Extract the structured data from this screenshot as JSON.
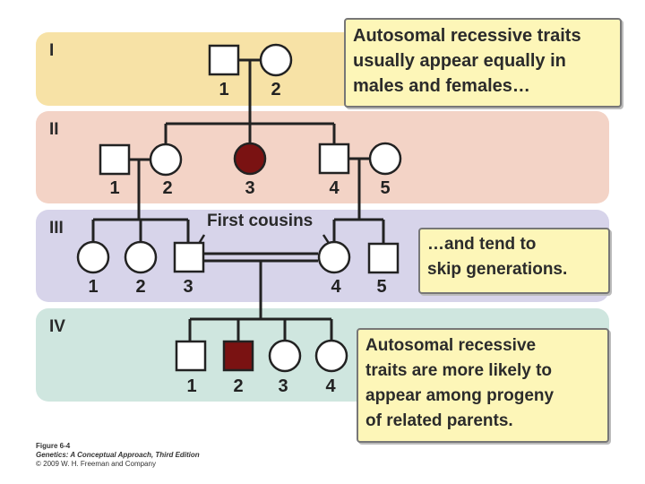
{
  "generations": [
    {
      "label": "I"
    },
    {
      "label": "II"
    },
    {
      "label": "III"
    },
    {
      "label": "IV"
    }
  ],
  "colors": {
    "affected": "#7a1212",
    "gen_1_band": "#f7e2a6",
    "gen_2_band": "#f3d3c6",
    "gen_3_band": "#d7d4ea",
    "gen_4_band": "#cfe6df",
    "note_fill": "#fdf6b8"
  },
  "individuals": {
    "I-1": {
      "number": "1",
      "sex": "male",
      "affected": false
    },
    "I-2": {
      "number": "2",
      "sex": "female",
      "affected": false
    },
    "II-1": {
      "number": "1",
      "sex": "male",
      "affected": false
    },
    "II-2": {
      "number": "2",
      "sex": "female",
      "affected": false
    },
    "II-3": {
      "number": "3",
      "sex": "female",
      "affected": true
    },
    "II-4": {
      "number": "4",
      "sex": "male",
      "affected": false
    },
    "II-5": {
      "number": "5",
      "sex": "female",
      "affected": false
    },
    "III-1": {
      "number": "1",
      "sex": "female",
      "affected": false
    },
    "III-2": {
      "number": "2",
      "sex": "female",
      "affected": false
    },
    "III-3": {
      "number": "3",
      "sex": "male",
      "affected": false
    },
    "III-4": {
      "number": "4",
      "sex": "female",
      "affected": false
    },
    "III-5": {
      "number": "5",
      "sex": "male",
      "affected": false
    },
    "IV-1": {
      "number": "1",
      "sex": "male",
      "affected": false
    },
    "IV-2": {
      "number": "2",
      "sex": "male",
      "affected": true
    },
    "IV-3": {
      "number": "3",
      "sex": "female",
      "affected": false
    },
    "IV-4": {
      "number": "4",
      "sex": "female",
      "affected": false
    }
  },
  "annotations": {
    "first_cousins": "First cousins",
    "note_1": [
      "Autosomal recessive traits",
      "usually appear equally in",
      "males and females…"
    ],
    "note_2": [
      "…and tend to",
      "skip generations."
    ],
    "note_3": [
      "Autosomal recessive",
      "traits are more likely to",
      "appear among progeny",
      "of related parents."
    ]
  },
  "caption": {
    "figure": "Figure 6-4",
    "book": "Genetics: A Conceptual Approach, Third Edition",
    "copyright": "© 2009 W. H. Freeman and Company"
  }
}
